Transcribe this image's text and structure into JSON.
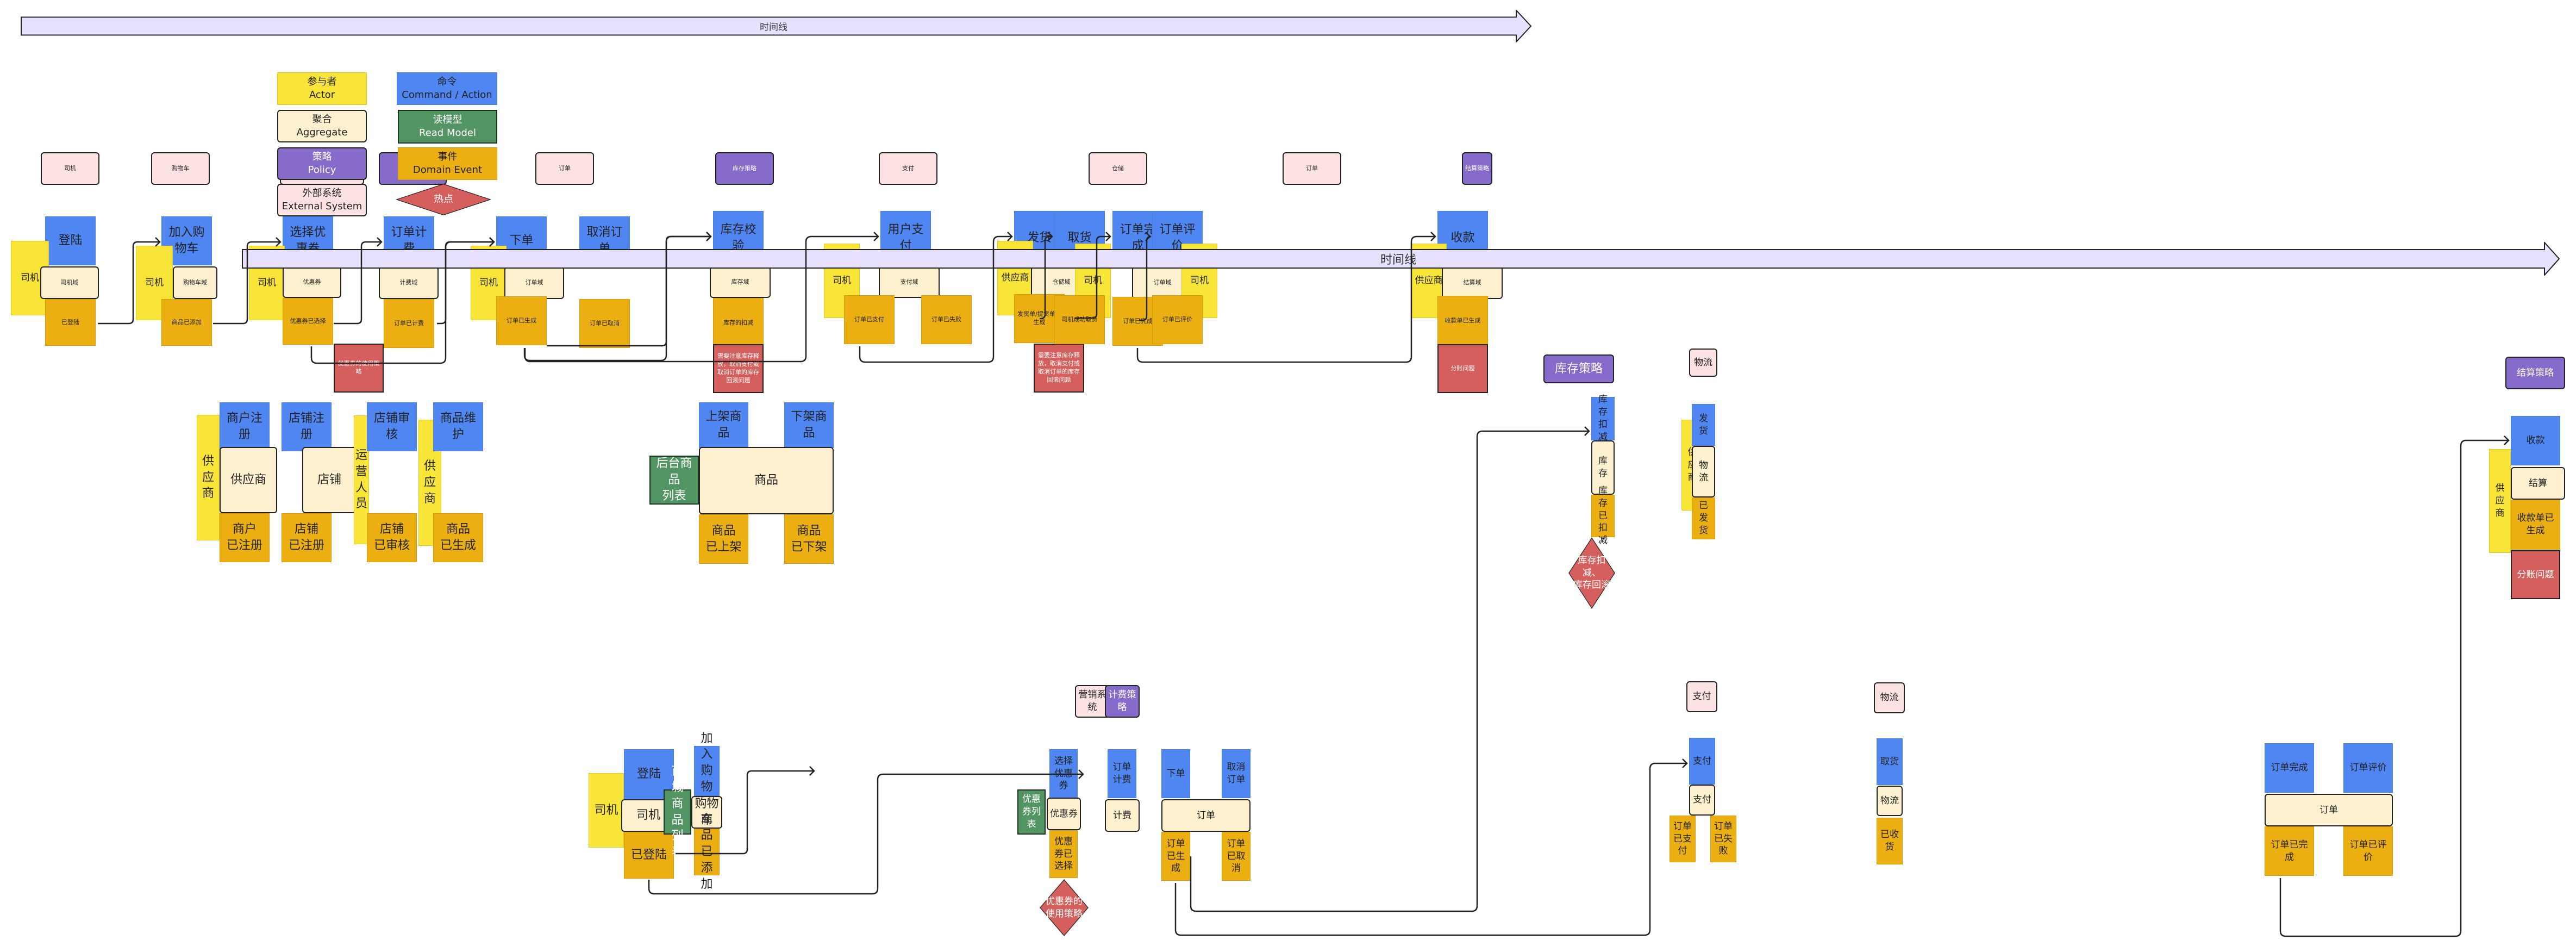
{
  "colors": {
    "actor": "#f9e438",
    "command": "#4f86f2",
    "aggregate": "#fef1cf",
    "read_model": "#529563",
    "policy": "#866bcb",
    "external_system": "#fde2e3",
    "domain_event": "#ebaf12",
    "hotspot": "#d45f5c",
    "timeline": "#e8e1fd"
  },
  "timelines": [
    {
      "label": "时间线"
    },
    {
      "label": "时间线"
    }
  ],
  "legend": {
    "actor": "参与者\nActor",
    "command": "命令\nCommand / Action",
    "aggregate": "聚合\nAggregate",
    "read_model": "读模型\nRead Model",
    "policy": "策略\nPolicy",
    "domain_event": "事件\nDomain Event",
    "external_system": "外部系统\nExternal System",
    "hotspot": "热点"
  },
  "row1": {
    "headers": [
      "司机",
      "购物车",
      "订单",
      "库存策略",
      "支付",
      "仓储",
      "订单",
      "结算策略"
    ],
    "steps": [
      {
        "command": "登陆",
        "actor": "司机",
        "aggregate": "司机域",
        "event": "已登陆"
      },
      {
        "command": "加入购物车",
        "actor": "司机",
        "aggregate": "购物车域",
        "event": "商品已添加"
      },
      {
        "command": "选择优惠券",
        "actor": "司机",
        "aggregate": "优惠券",
        "event": "优惠券已选择",
        "hotspot": "优惠券的使用策略"
      },
      {
        "command": "订单计费",
        "aggregate": "计费域",
        "event": "订单已计费"
      },
      {
        "command": "下单",
        "actor": "司机",
        "aggregate": "订单域",
        "event": "订单已生成"
      },
      {
        "command": "取消订单",
        "event": "订单已取消"
      },
      {
        "command": "库存校验",
        "aggregate": "库存域",
        "event": "库存的扣减",
        "hotspot": "需要注意库存释放，取消支付或取消订单的库存回滚问题"
      },
      {
        "command": "用户支付",
        "actor": "司机",
        "aggregate": "支付域",
        "event": "订单已支付",
        "event2": "订单已失败"
      },
      {
        "command": "发货",
        "actor": "供应商",
        "aggregate": "仓储域",
        "event": "发货单/提货单已生成",
        "hotspot": "需要注意库存释放，取消支付或取消订单的库存回滚问题"
      },
      {
        "command": "取货",
        "actor": "司机",
        "event": "司机成功取货"
      },
      {
        "command": "订单完成",
        "aggregate": "订单域",
        "event": "订单已完成"
      },
      {
        "command": "订单评价",
        "actor": "司机",
        "event": "订单已评价"
      },
      {
        "command": "收款",
        "actor": "供应商",
        "aggregate": "结算域",
        "event": "收款单已生成",
        "hotspot": "分账问题"
      }
    ]
  },
  "row2": {
    "groups": [
      {
        "actor": "供\n应\n商",
        "commands": [
          "商户注册"
        ],
        "aggregate": "供应商",
        "events": [
          "商户\n已注册"
        ]
      },
      {
        "commands": [
          "店铺注册",
          "店铺审核"
        ],
        "aggregate": "店铺",
        "actor": "运\n营\n人\n员",
        "events": [
          "店铺\n已注册",
          "店铺\n已审核"
        ]
      },
      {
        "actor": "供\n应\n商",
        "commands": [
          "商品维护"
        ],
        "events": [
          "商品\n已生成"
        ]
      },
      {
        "read_model": "后台商品\n列表",
        "commands": [
          "上架商品",
          "下架商品"
        ],
        "aggregate": "商品",
        "events": [
          "商品\n已上架",
          "商品\n已下架"
        ]
      }
    ],
    "inventory": {
      "policy": "库存策略",
      "command": "库存扣减",
      "aggregate": "库存",
      "event": "库存已扣减",
      "hotspot": "库存扣减、\n库存回滚"
    },
    "logistics_ship": {
      "external": "物流",
      "actor": "供\n应\n商",
      "command": "发货",
      "aggregate": "物流",
      "event": "已发货"
    },
    "settlement": {
      "policy": "结算策略",
      "actor": "供\n应\n商",
      "command": "收款",
      "aggregate": "结算",
      "event": "收款单已生成",
      "hotspot": "分账问题"
    }
  },
  "row3": {
    "login": {
      "actor": "司机",
      "command": "登陆",
      "aggregate": "司机",
      "event": "已登陆"
    },
    "cart": {
      "read_model": "商城商品\n列表",
      "command": "加入购物车",
      "aggregate": "购物车",
      "event": "商品已添加"
    },
    "coupon": {
      "external": "营销系统",
      "read_model": "优惠券列\n表",
      "command": "选择优惠券",
      "aggregate": "优惠券",
      "event": "优惠券已选择",
      "hotspot": "优惠券的\n使用策略"
    },
    "pricing": {
      "policy": "计费策略",
      "command": "订单计费",
      "aggregate": "计费"
    },
    "order": {
      "commands": [
        "下单",
        "取消订单"
      ],
      "aggregate": "订单",
      "events": [
        "订单已生成",
        "订单已取消"
      ]
    },
    "payment": {
      "external": "支付",
      "command": "支付",
      "aggregate": "支付",
      "events": [
        "订单已支付",
        "订单已失败"
      ]
    },
    "logistics_pick": {
      "external": "物流",
      "command": "取货",
      "aggregate": "物流",
      "event": "已收货"
    },
    "order_finish": {
      "commands": [
        "订单完成",
        "订单评价"
      ],
      "aggregate": "订单",
      "events": [
        "订单已完成",
        "订单已评价"
      ]
    }
  }
}
